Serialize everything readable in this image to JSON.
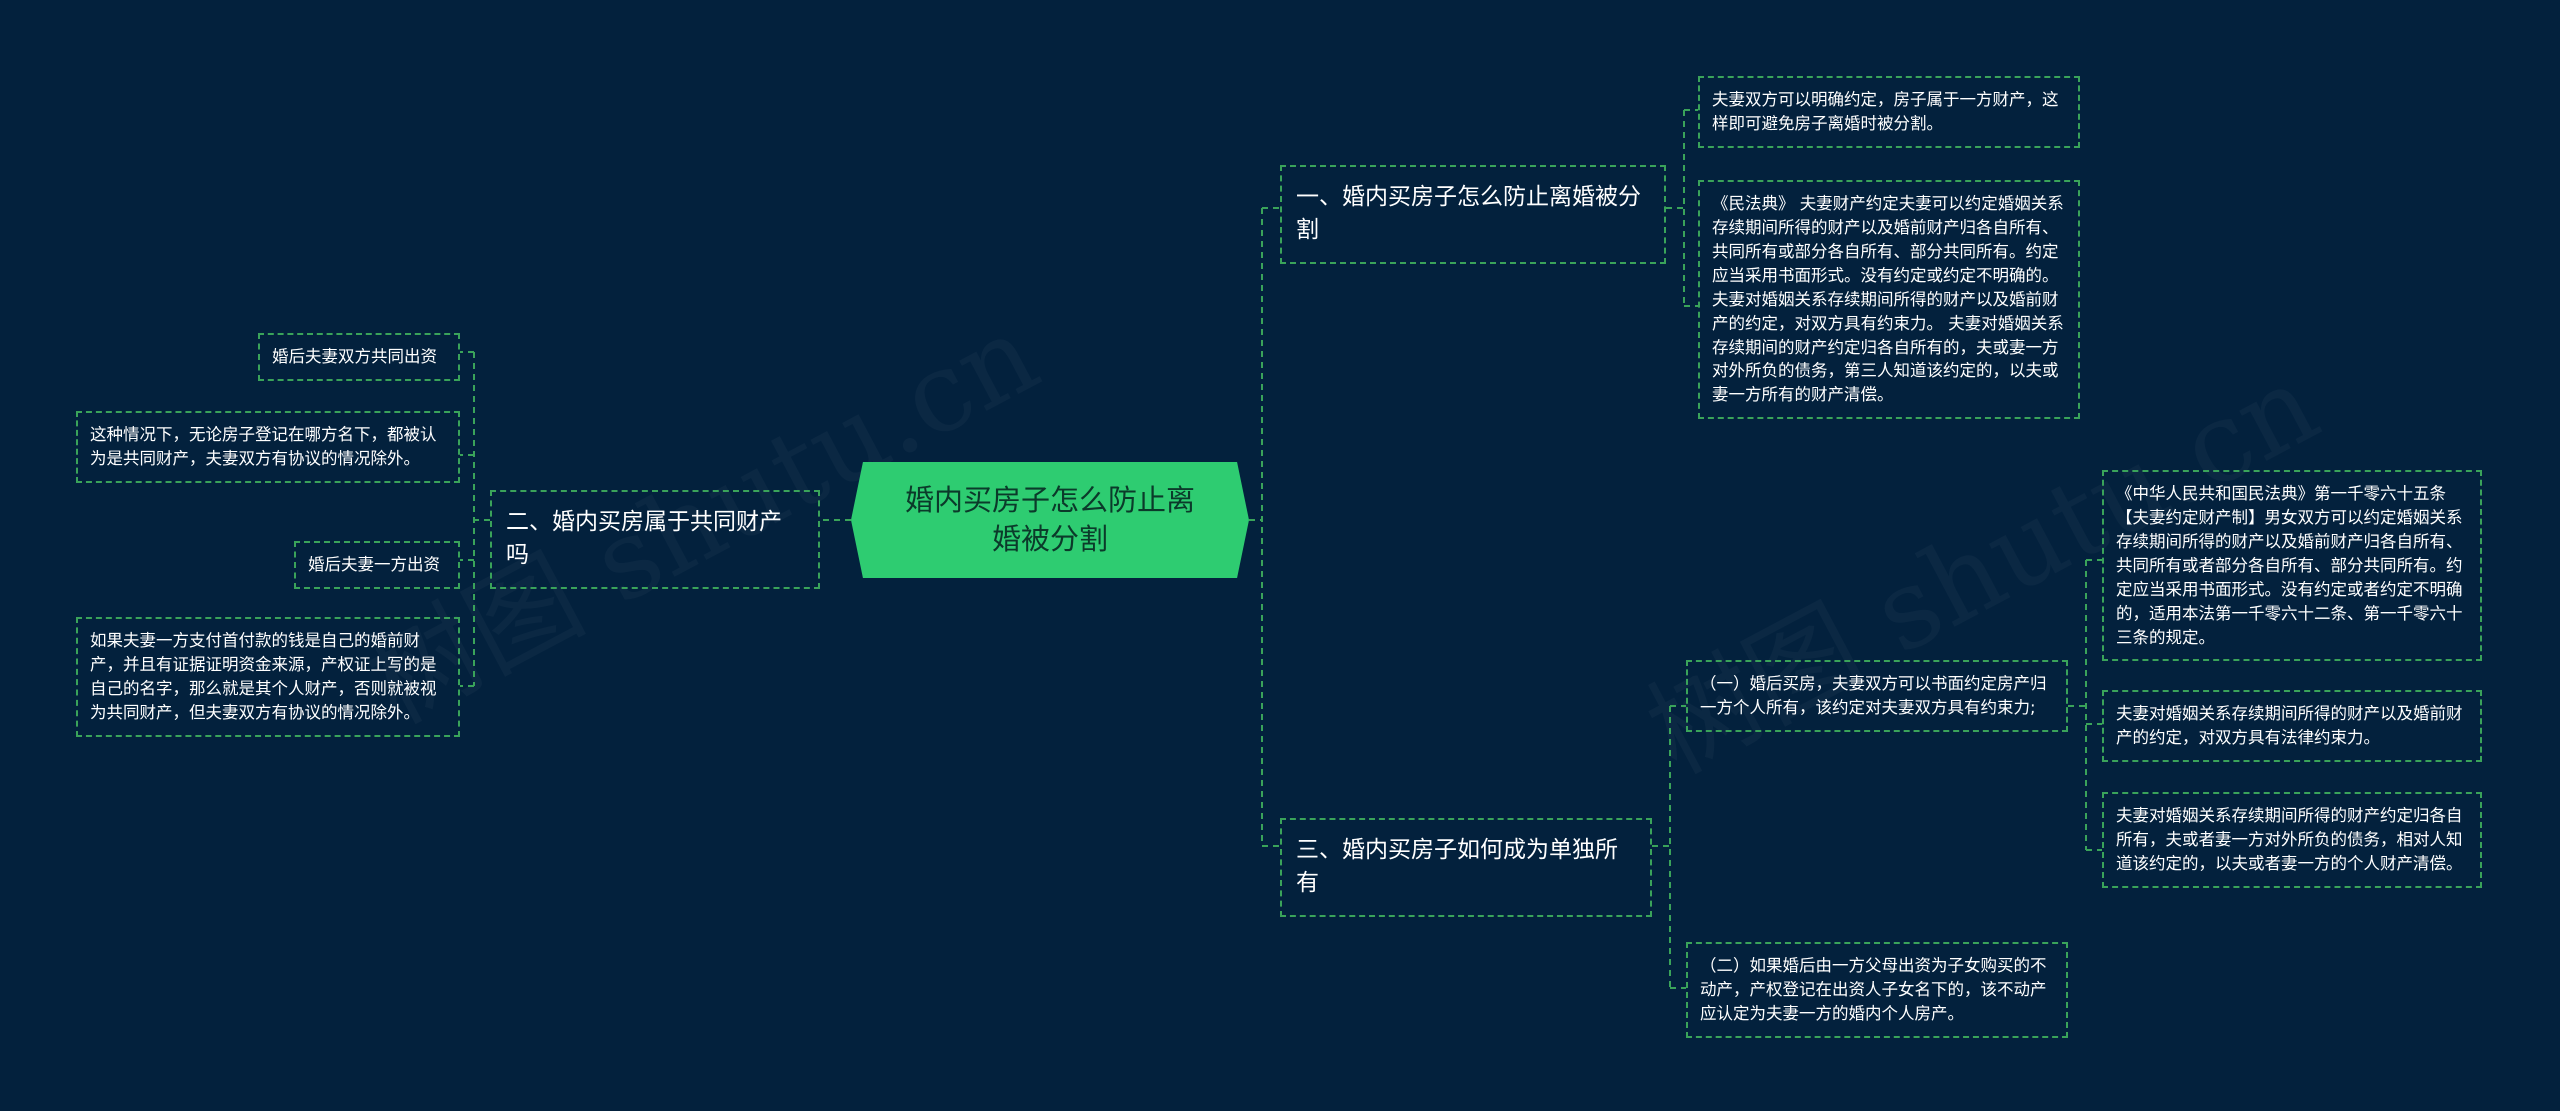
{
  "watermarks": [
    "树图 shutu.cn",
    "树图 shutu.cn"
  ],
  "root": {
    "label": "婚内买房子怎么防止离婚被分割"
  },
  "branches": {
    "b1": {
      "label": "一、婚内买房子怎么防止离婚被分割",
      "children": {
        "c1": "夫妻双方可以明确约定，房子属于一方财产，这样即可避免房子离婚时被分割。",
        "c2": "《民法典》 夫妻财产约定夫妻可以约定婚姻关系存续期间所得的财产以及婚前财产归各自所有、共同所有或部分各自所有、部分共同所有。约定应当采用书面形式。没有约定或约定不明确的。 夫妻对婚姻关系存续期间所得的财产以及婚前财产的约定，对双方具有约束力。 夫妻对婚姻关系存续期间的财产约定归各自所有的，夫或妻一方对外所负的债务，第三人知道该约定的，以夫或妻一方所有的财产清偿。"
      }
    },
    "b2": {
      "label": "二、婚内买房属于共同财产吗",
      "children": {
        "c1": "婚后夫妻双方共同出资",
        "c2": "这种情况下，无论房子登记在哪方名下，都被认为是共同财产，夫妻双方有协议的情况除外。",
        "c3": "婚后夫妻一方出资",
        "c4": "如果夫妻一方支付首付款的钱是自己的婚前财产，并且有证据证明资金来源，产权证上写的是自己的名字，那么就是其个人财产，否则就被视为共同财产，但夫妻双方有协议的情况除外。"
      }
    },
    "b3": {
      "label": "三、婚内买房子如何成为单独所有",
      "children": {
        "c1": {
          "label": "（一）婚后买房，夫妻双方可以书面约定房产归一方个人所有，该约定对夫妻双方具有约束力;",
          "children": {
            "g1": "《中华人民共和国民法典》第一千零六十五条【夫妻约定财产制】男女双方可以约定婚姻关系存续期间所得的财产以及婚前财产归各自所有、共同所有或者部分各自所有、部分共同所有。约定应当采用书面形式。没有约定或者约定不明确的，适用本法第一千零六十二条、第一千零六十三条的规定。",
            "g2": "夫妻对婚姻关系存续期间所得的财产以及婚前财产的约定，对双方具有法律约束力。",
            "g3": "夫妻对婚姻关系存续期间所得的财产约定归各自所有，夫或者妻一方对外所负的债务，相对人知道该约定的，以夫或者妻一方的个人财产清偿。"
          }
        },
        "c2": "（二）如果婚后由一方父母出资为子女购买的不动产，产权登记在出资人子女名下的，该不动产应认定为夫妻一方的婚内个人房产。"
      }
    }
  },
  "colors": {
    "background": "#03213d",
    "root_fill": "#2ecc71",
    "connector": "#3aa35a",
    "text": "#ffffff"
  }
}
